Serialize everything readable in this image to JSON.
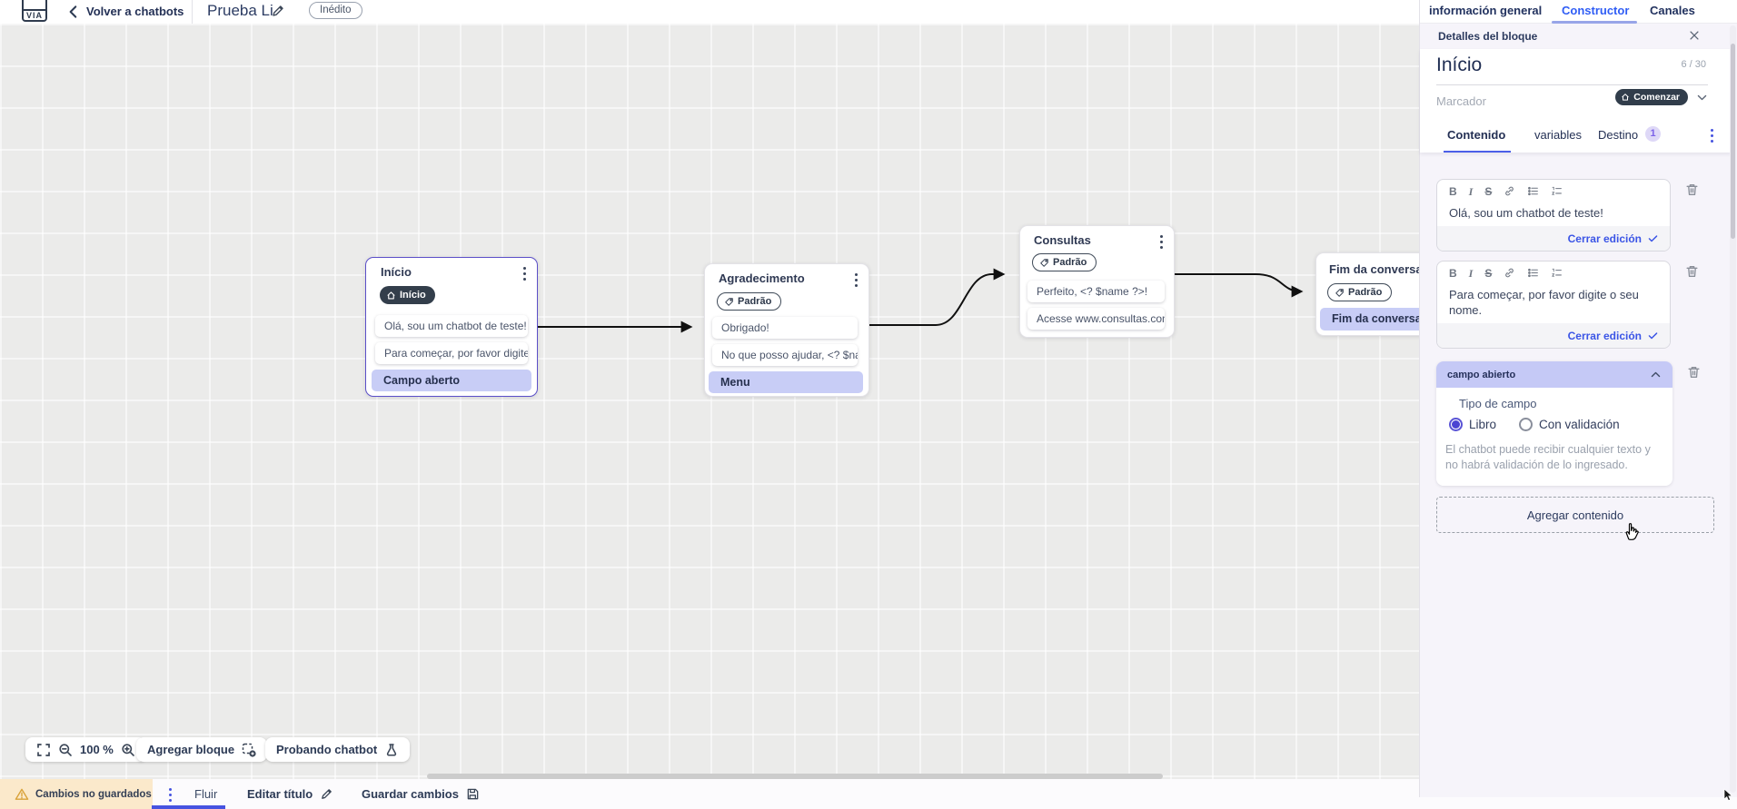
{
  "topbar": {
    "logo_text": "VIA",
    "back_label": "Volver a chatbots",
    "title": "Prueba Li",
    "status_badge": "Inédito"
  },
  "nav_tabs": {
    "info": "información general",
    "constructor": "Constructor",
    "channels": "Canales"
  },
  "panel": {
    "header_title": "Detalles del bloque",
    "block_name": "Início",
    "char_counter": "6 / 30",
    "marker_label": "Marcador",
    "marker_button": "Comenzar",
    "tabs": {
      "content": "Contenido",
      "variables": "variables",
      "destination": "Destino",
      "destination_badge": "1"
    },
    "editors": [
      {
        "text": "Olá, sou um chatbot de teste!",
        "close_label": "Cerrar edición"
      },
      {
        "text": "Para começar, por favor digite o seu nome.",
        "close_label": "Cerrar edición"
      }
    ],
    "open_field": {
      "title": "campo abierto",
      "type_label": "Tipo de campo",
      "option_free": "Libro",
      "option_validated": "Con validación",
      "helper_text": "El chatbot puede recibir cualquier texto y no habrá validación de lo ingresado."
    },
    "add_content_label": "Agregar contenido"
  },
  "canvas": {
    "blocks": [
      {
        "title": "Início",
        "badge": "Início",
        "messages": [
          "Olá, sou um chatbot de teste!",
          "Para começar, por favor digite o ..."
        ],
        "action": "Campo aberto"
      },
      {
        "title": "Agradecimento",
        "badge": "Padrão",
        "messages": [
          "Obrigado!",
          "No que posso ajudar, <? $name ..."
        ],
        "action": "Menu"
      },
      {
        "title": "Consultas",
        "badge": "Padrão",
        "messages": [
          "Perfeito, <? $name ?>!",
          "Acesse www.consultas.com par..."
        ]
      },
      {
        "title": "Fim da conversa",
        "badge": "Padrão",
        "action": "Fim da conversa"
      }
    ],
    "controls": {
      "zoom_level": "100 %",
      "add_block": "Agregar bloque",
      "test_chatbot": "Probando chatbot"
    }
  },
  "bottombar": {
    "unsaved": "Cambios no guardados",
    "flow_tab": "Fluir",
    "edit_title": "Editar título",
    "save": "Guardar cambios"
  },
  "colors": {
    "accent_blue": "#2f5df5",
    "link_blue": "#3b55e6",
    "accent_purple": "#5b4fc8",
    "dark_pill": "#333e4b",
    "selected_row": "#c8cdf6",
    "open_field_header": "#c5c9f6",
    "warning_bg": "#fbe9cb",
    "canvas_bg": "#ebebea"
  }
}
